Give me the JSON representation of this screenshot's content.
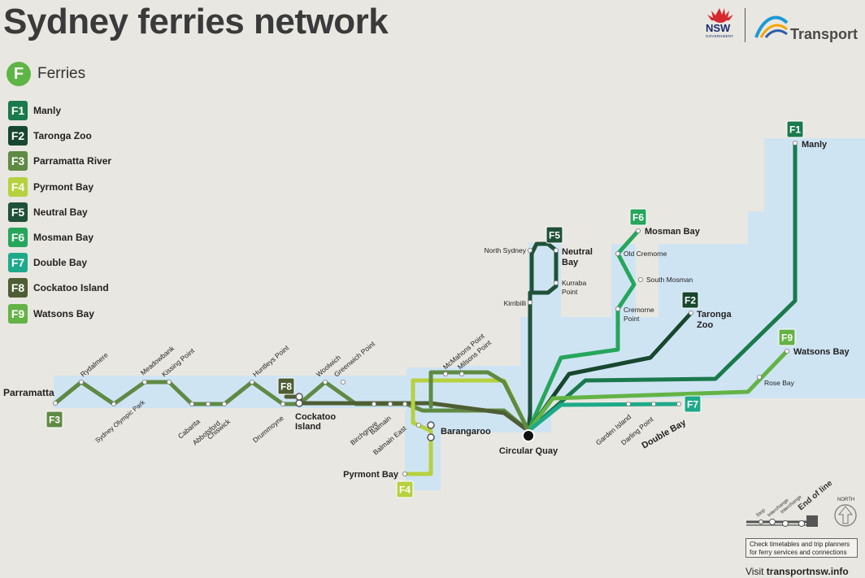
{
  "title": "Sydney ferries network",
  "logos": {
    "nsw": "NSW",
    "nsw_sub": "GOVERNMENT",
    "transport": "Transport"
  },
  "legend": {
    "mode_badge": "F",
    "mode_label": "Ferries",
    "routes": [
      {
        "code": "F1",
        "name": "Manly",
        "color": "#1a7a4c"
      },
      {
        "code": "F2",
        "name": "Taronga Zoo",
        "color": "#17472e"
      },
      {
        "code": "F3",
        "name": "Parramatta River",
        "color": "#5f8a44"
      },
      {
        "code": "F4",
        "name": "Pyrmont Bay",
        "color": "#b6d13f"
      },
      {
        "code": "F5",
        "name": "Neutral Bay",
        "color": "#1f5138"
      },
      {
        "code": "F6",
        "name": "Mosman Bay",
        "color": "#26a65b"
      },
      {
        "code": "F7",
        "name": "Double Bay",
        "color": "#1eaa8a"
      },
      {
        "code": "F8",
        "name": "Cockatoo Island",
        "color": "#4e5e33"
      },
      {
        "code": "F9",
        "name": "Watsons Bay",
        "color": "#64b346"
      }
    ]
  },
  "map": {
    "stops": {
      "parramatta": "Parramatta",
      "rydalmere": "Rydalmere",
      "sydney_olympic_park": "Sydney Olympic Park",
      "meadowbank": "Meadowbank",
      "kissing_point": "Kissing Point",
      "cabarita": "Cabarita",
      "abbotsford": "Abbotsford",
      "chiswick": "Chiswick",
      "huntleys_point": "Huntleys Point",
      "drummoyne": "Drummoyne",
      "cockatoo_island": "Cockatoo Island",
      "woolwich": "Woolwich",
      "greenwich_point": "Greenwich Point",
      "birchgrove": "Birchgrove",
      "balmain": "Balmain",
      "balmain_east": "Balmain East",
      "mcmahons_point": "McMahons Point",
      "milsons_point": "Milsons Point",
      "barangaroo": "Barangaroo",
      "pyrmont_bay": "Pyrmont Bay",
      "circular_quay": "Circular Quay",
      "north_sydney": "North Sydney",
      "neutral_bay": "Neutral Bay",
      "kurraba_point": "Kurraba Point",
      "kirribilli": "Kirribilli",
      "mosman_bay": "Mosman Bay",
      "old_cremorne": "Old Cremorne",
      "south_mosman": "South Mosman",
      "cremorne_point": "Cremorne Point",
      "taronga_zoo": "Taronga Zoo",
      "manly": "Manly",
      "watsons_bay": "Watsons Bay",
      "rose_bay": "Rose Bay",
      "garden_island": "Garden Island",
      "darling_point": "Darling Point",
      "double_bay": "Double Bay"
    },
    "key": {
      "stop": "Stop",
      "interchange1": "Interchange",
      "interchange2": "Interchange",
      "end_of_line": "End of line",
      "north": "NORTH"
    }
  },
  "footer": {
    "timetable_note": "Check timetables and trip planners for ferry services and connections",
    "visit_prefix": "Visit ",
    "visit_url": "transportnsw.info"
  }
}
